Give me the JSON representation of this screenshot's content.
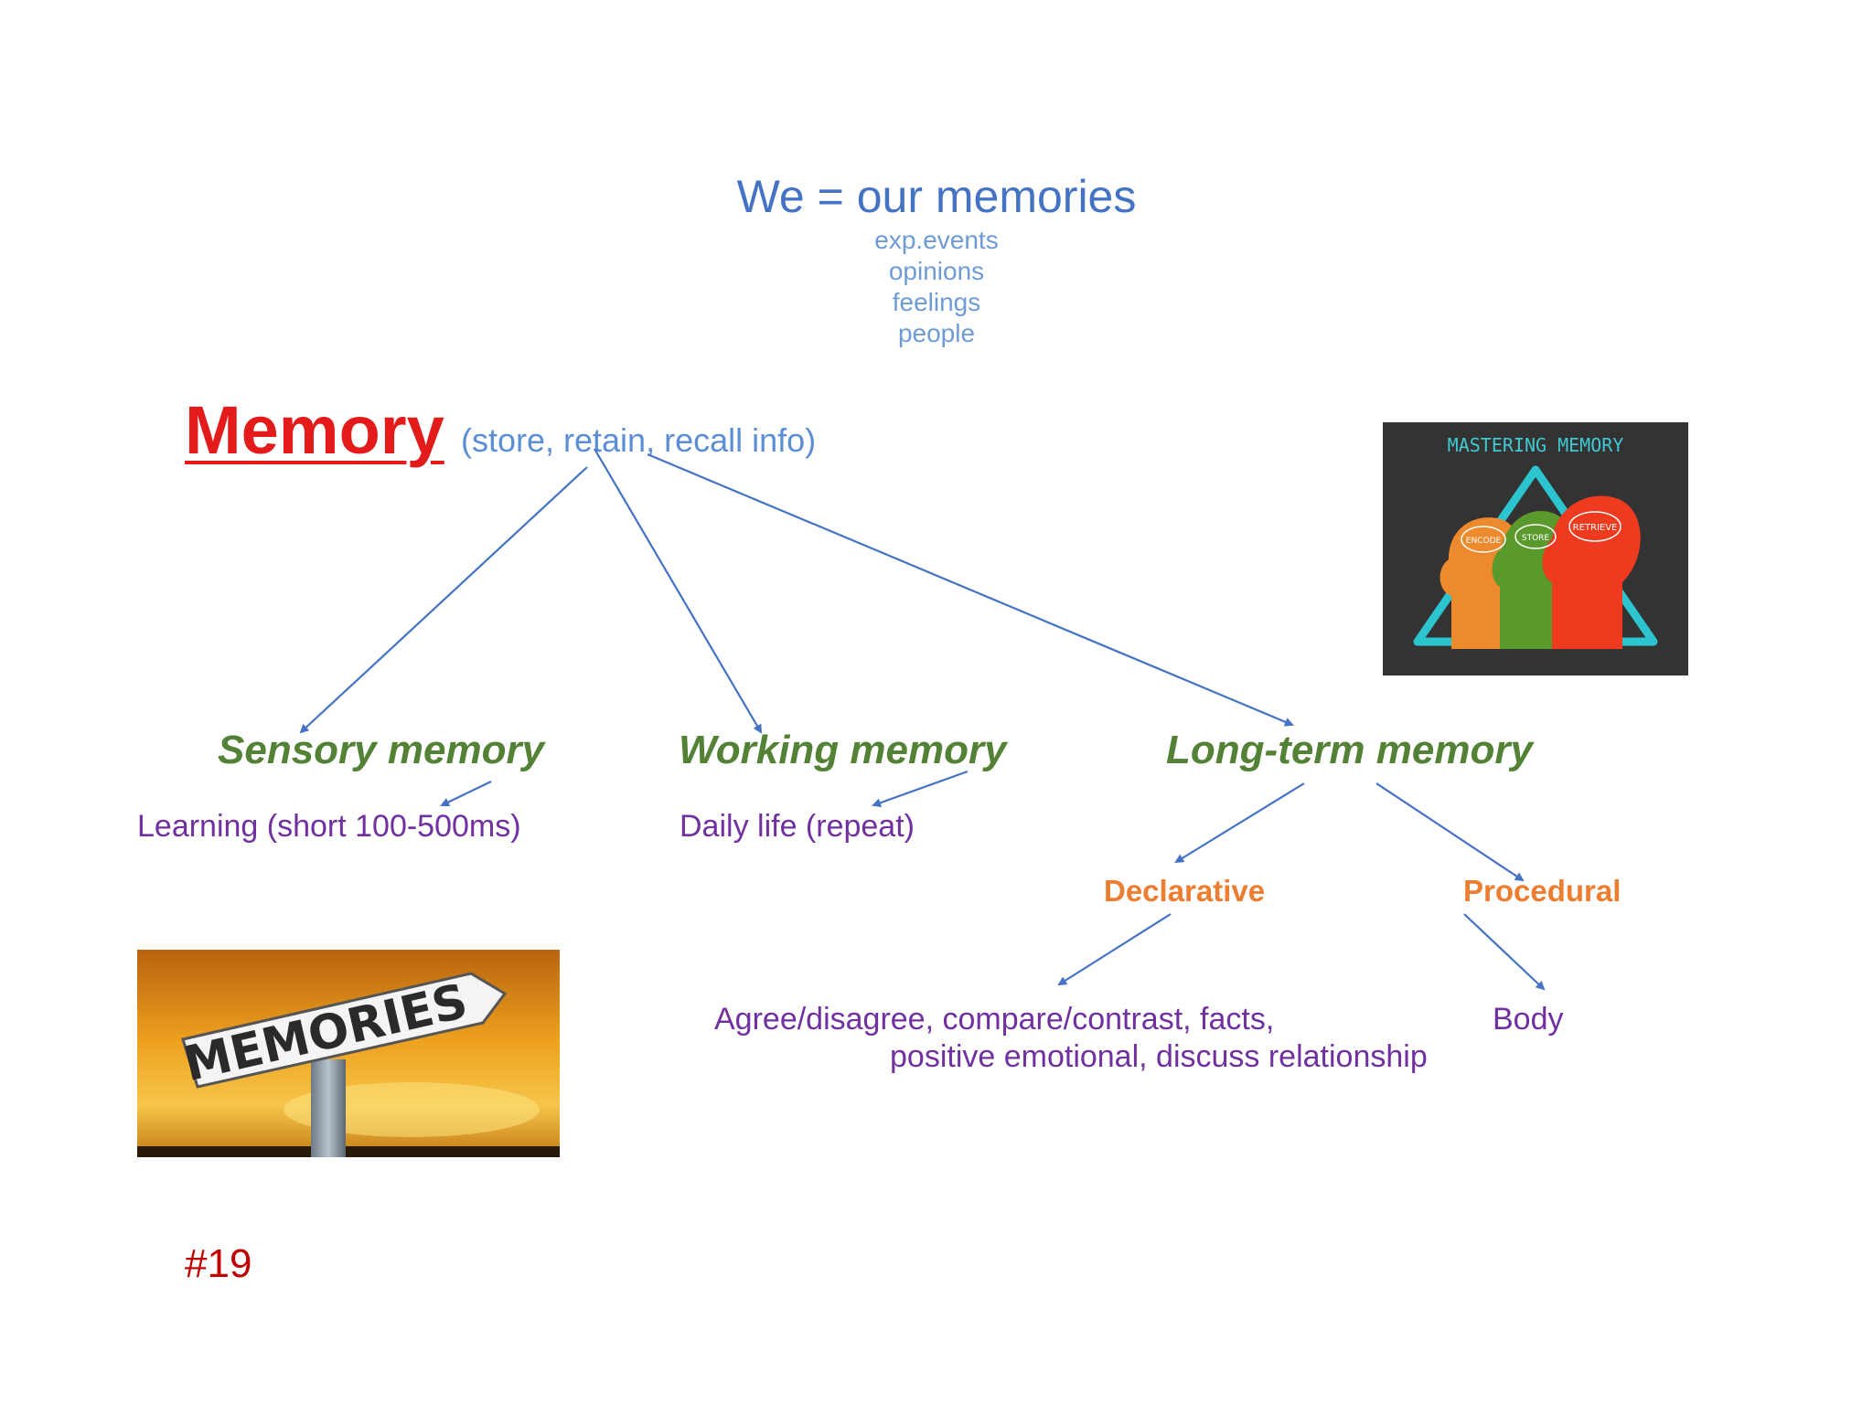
{
  "header": {
    "title": "We = our memories",
    "sublines": [
      "exp.events",
      "opinions",
      "feelings",
      "people"
    ]
  },
  "memory": {
    "title": "Memory",
    "description": "(store, retain, recall info)"
  },
  "types": {
    "sensory": {
      "label": "Sensory memory",
      "detail": "Learning (short 100-500ms)"
    },
    "working": {
      "label": "Working memory",
      "detail": "Daily life (repeat)"
    },
    "longterm": {
      "label": "Long-term memory"
    }
  },
  "longterm_branches": {
    "declarative": {
      "label": "Declarative",
      "detail_line1": "Agree/disagree, compare/contrast, facts,",
      "detail_line2": "positive emotional, discuss relationship"
    },
    "procedural": {
      "label": "Procedural",
      "detail": "Body"
    }
  },
  "images": {
    "mastering": {
      "heading": "MASTERING MEMORY",
      "bubbles": [
        "ENCODE",
        "STORE",
        "RETRIEVE"
      ]
    },
    "signpost": {
      "text": "MEMORIES"
    }
  },
  "slide_number": "#19",
  "colors": {
    "title_blue": "#4472c4",
    "memory_red": "#e31b1b",
    "type_green": "#538135",
    "detail_purple": "#7030a0",
    "branch_orange": "#ed7d31",
    "arrow_blue": "#4472c4",
    "slide_number_red": "#c00000"
  }
}
